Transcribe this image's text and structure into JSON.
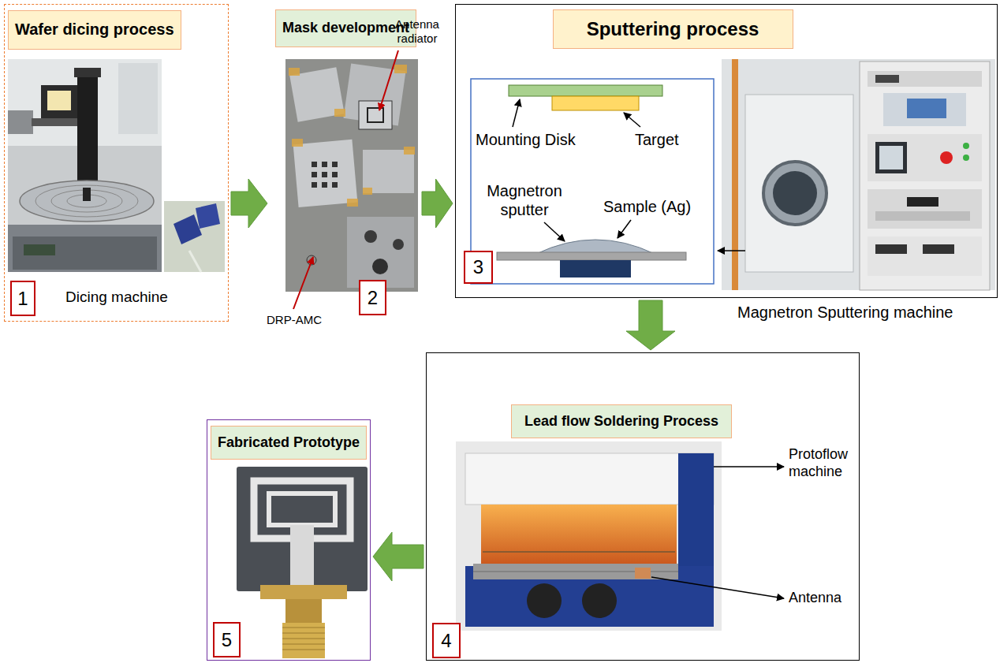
{
  "diagram": {
    "nodes": [
      {
        "text": [
          "Wafer dicing process",
          "Dicing machine"
        ]
      },
      {
        "text": [
          "1"
        ],
        "in": 0
      },
      {
        "text": [
          "Mask development"
        ]
      },
      {
        "text": [
          "2"
        ],
        "in": 2
      },
      {
        "text": [
          "Sputtering process"
        ]
      },
      {
        "text": [
          "3"
        ],
        "in": 4
      },
      {
        "text": [
          "Lead flow Soldering Process"
        ]
      },
      {
        "text": [
          "4"
        ],
        "in": 6
      },
      {
        "text": [
          "Fabricated Prototype"
        ]
      },
      {
        "text": [
          "5"
        ],
        "in": 8
      }
    ],
    "edges": [
      {
        "from": 0,
        "to": 2,
        "arrow": "to"
      },
      {
        "from": 2,
        "to": 4,
        "arrow": "to"
      },
      {
        "from": 4,
        "to": 6,
        "arrow": "to"
      },
      {
        "from": 6,
        "to": 8,
        "arrow": "to"
      }
    ],
    "labels": [
      "Antenna radiator",
      "DRP-AMC",
      "Mounting Disk",
      "Target",
      "Magnetron sputter",
      "Sample (Ag)",
      "Magnetron Sputtering machine",
      "Protoflow machine",
      "Antenna"
    ]
  }
}
